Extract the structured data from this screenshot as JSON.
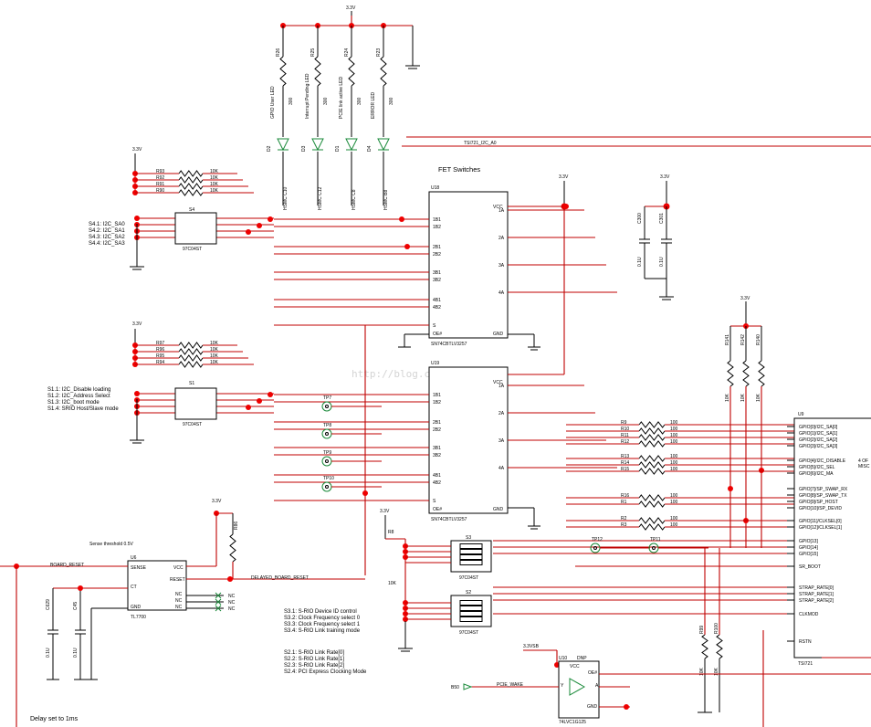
{
  "labels": {
    "fet_title": "FET Switches",
    "sense": "Sense threshold 0.5V",
    "delay": "Delay set to 1ms",
    "board_reset": "BOARD_RESET",
    "delayed_reset": "DELAYED_BOARD_RESET",
    "tsi_net": "TSI721_I2C_A0",
    "pcie_wake": "PCIE_WAKE",
    "pwr": "3.3V",
    "pwr_sb": "3.3VSB",
    "misc": "4 OF",
    "misc2": "MISC",
    "watermark": "http://blog.csdn.net/"
  },
  "leds": [
    {
      "ref": "R26",
      "val": "300",
      "name": "GPIO User LED",
      "d": "D2",
      "net": "HSMC C10"
    },
    {
      "ref": "R25",
      "val": "300",
      "name": "Interrupt Pending LED",
      "d": "D3",
      "net": "HSMC C12"
    },
    {
      "ref": "R24",
      "val": "300",
      "name": "PCIE link active LED",
      "d": "D1",
      "net": "HSMC C8"
    },
    {
      "ref": "R23",
      "val": "300",
      "name": "ERROR LED",
      "d": "D4",
      "net": "HSMC B8"
    }
  ],
  "s4": {
    "ref": "S4",
    "part": "97C04ST",
    "res": [
      {
        "ref": "R93",
        "val": "10K"
      },
      {
        "ref": "R92",
        "val": "10K"
      },
      {
        "ref": "R91",
        "val": "10K"
      },
      {
        "ref": "R90",
        "val": "10K"
      }
    ],
    "desc": [
      "S4.1: I2C_SA0",
      "S4.2: I2C_SA1",
      "S4.3: I2C_SA2",
      "S4.4: I2C_SA3"
    ]
  },
  "s1": {
    "ref": "S1",
    "part": "97C04ST",
    "res": [
      {
        "ref": "R97",
        "val": "10K"
      },
      {
        "ref": "R96",
        "val": "10K"
      },
      {
        "ref": "R95",
        "val": "10K"
      },
      {
        "ref": "R94",
        "val": "10K"
      }
    ],
    "desc": [
      "S1.1: I2C_Disable loading",
      "S1.2: I2C_Address Select",
      "S1.3: I2C_boot mode",
      "S1.4: SRIO Host/Slave mode"
    ]
  },
  "u18": {
    "ref": "U18",
    "part": "SN74CBTLV3257",
    "vcc": "VCC",
    "gnd": "GND",
    "oe": "OE#",
    "pins": [
      "1B1",
      "1B2",
      "2B1",
      "2B2",
      "3B1",
      "3B2",
      "4B1",
      "4B2",
      "S"
    ],
    "outs": [
      "1A",
      "2A",
      "3A",
      "4A"
    ]
  },
  "u19": {
    "ref": "U19",
    "part": "SN74CBTLV3257",
    "vcc": "VCC",
    "gnd": "GND",
    "oe": "OE#",
    "pins": [
      "1B1",
      "1B2",
      "2B1",
      "2B2",
      "3B1",
      "3B2",
      "4B1",
      "4B2",
      "S"
    ],
    "outs": [
      "1A",
      "2A",
      "3A",
      "4A"
    ]
  },
  "caps_top": [
    {
      "ref": "C300",
      "val": "0.1U"
    },
    {
      "ref": "C301",
      "val": "0.1U"
    }
  ],
  "pullups_right": [
    {
      "ref": "R141",
      "val": "10K"
    },
    {
      "ref": "R142",
      "val": "10K"
    },
    {
      "ref": "R140",
      "val": "10K"
    }
  ],
  "series_res": [
    {
      "ref": "R9",
      "val": "100"
    },
    {
      "ref": "R10",
      "val": "100"
    },
    {
      "ref": "R11",
      "val": "100"
    },
    {
      "ref": "R12",
      "val": "100"
    },
    {
      "ref": "R13",
      "val": "100"
    },
    {
      "ref": "R14",
      "val": "100"
    },
    {
      "ref": "R15",
      "val": "100"
    },
    {
      "ref": "R16",
      "val": "100"
    },
    {
      "ref": "R1",
      "val": "100"
    },
    {
      "ref": "R2",
      "val": "100"
    },
    {
      "ref": "R3",
      "val": "100"
    }
  ],
  "u9": {
    "ref": "U9",
    "part": "TSI721",
    "pins": [
      "GPIO[0]/I2C_SA[0]",
      "GPIO[1]/I2C_SA[1]",
      "GPIO[2]/I2C_SA[2]",
      "GPIO[3]/I2C_SA[3]",
      "GPIO[4]/I2C_DISABLE",
      "GPIO[5]/I2C_SEL",
      "GPIO[6]/I2C_MA",
      "GPIO[7]/SP_SWAP_RX",
      "GPIO[8]/SP_SWAP_TX",
      "GPIO[9]/SP_HOST",
      "GPIO[10]/SP_DEVID",
      "GPIO[11]/CLKSEL[0]",
      "GPIO[12]/CLKSEL[1]",
      "GPIO[13]",
      "GPIO[14]",
      "GPIO[15]",
      "SR_BOOT",
      "STRAP_RATE[0]",
      "STRAP_RATE[1]",
      "STRAP_RATE[2]",
      "CLKMOD",
      "RSTN"
    ]
  },
  "s3": {
    "ref": "S3",
    "part": "97C04ST",
    "desc": [
      "S3.1: S-RIO Device ID control",
      "S3.2: Clock Frequency select 0",
      "S3.3: Clock Frequency select 1",
      "S3.4: S-RIO Link training mode"
    ]
  },
  "s2": {
    "ref": "S2",
    "part": "97C04ST",
    "desc": [
      "S2.1: S-RIO Link Rate[0]",
      "S2.2: S-RIO Link Rate[1]",
      "S2.3: S-RIO Link Rate[2]",
      "S2.4: PCI Express Clocking Mode"
    ]
  },
  "r8": {
    "ref": "R8",
    "val": "10K"
  },
  "r86": {
    "ref": "R86"
  },
  "bottom_pullups": [
    {
      "ref": "R99",
      "val": "10K"
    },
    {
      "ref": "R100",
      "val": "10K"
    }
  ],
  "u6": {
    "ref": "U6",
    "part": "TL7700",
    "pins": [
      "SENSE",
      "CT",
      "GND",
      "VCC",
      "RESET",
      "NC",
      "NC",
      "NC"
    ],
    "nc": "NC"
  },
  "caps_left": [
    {
      "ref": "C629",
      "val": "0.1U"
    },
    {
      "ref": "C45",
      "val": "0.1U"
    }
  ],
  "testpoints": [
    "TP7",
    "TP8",
    "TP9",
    "TP10",
    "TP12",
    "TP11"
  ],
  "u10": {
    "ref": "U10",
    "part": "74LVC1G125",
    "dnp": "DNP",
    "vcc": "VCC",
    "oe": "OE#",
    "a": "A",
    "gnd": "GND",
    "y": "Y"
  },
  "b50": "B50"
}
